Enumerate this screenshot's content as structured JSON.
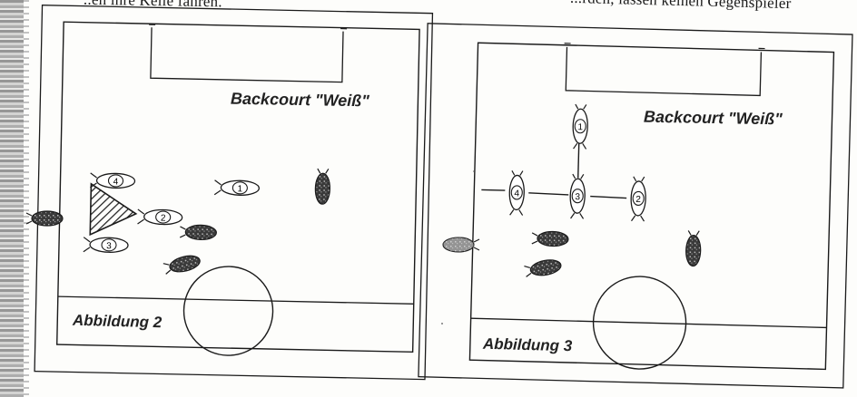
{
  "header": {
    "left_fragment": "..en ihre Keile fahren.",
    "right_fragment": "...rden, lassen keinen Gegenspieler"
  },
  "figures": [
    {
      "backcourt_label": "Backcourt \"Weiß\"",
      "caption": "Abbildung 2",
      "player_numbers": [
        "4",
        "1",
        "2",
        "3"
      ]
    },
    {
      "backcourt_label": "Backcourt \"Weiß\"",
      "caption": "Abbildung 3",
      "player_numbers": [
        "1",
        "4",
        "3",
        "2"
      ]
    }
  ],
  "colors": {
    "line": "#1a1a1a",
    "white_player_fill": "#ffffff",
    "dark_player_fill": "#333333",
    "paper": "#fdfdfb"
  },
  "icons": [
    "white-player-icon",
    "dark-player-icon",
    "wedge-triangle-icon",
    "goal-icon",
    "center-circle-icon"
  ]
}
